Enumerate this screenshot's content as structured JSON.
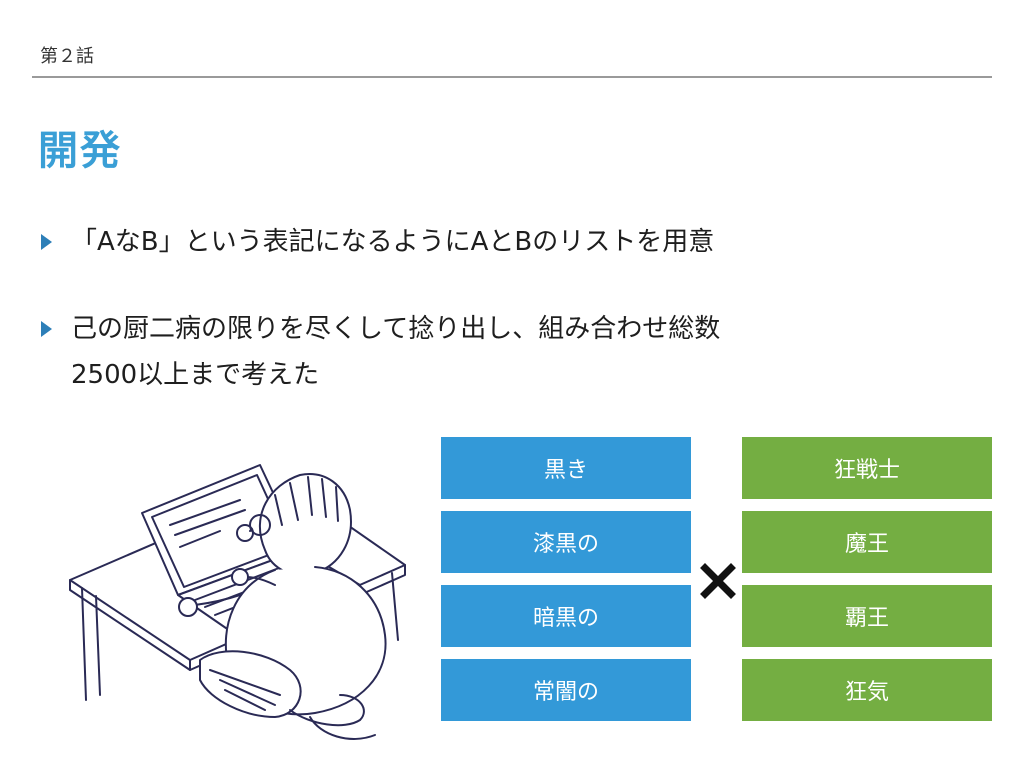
{
  "header": {
    "chapter": "第２話"
  },
  "title": "開発",
  "bullets": [
    {
      "text": "「AなB」という表記になるようにAとBのリストを用意"
    },
    {
      "line1": "己の厨二病の限りを尽くして捻り出し、組み合わせ総数",
      "line2": "2500以上まで考えた"
    }
  ],
  "list_a": [
    "黒き",
    "漆黒の",
    "暗黒の",
    "常闇の"
  ],
  "list_b": [
    "狂戦士",
    "魔王",
    "覇王",
    "狂気"
  ],
  "colors": {
    "title": "#3a9fd6",
    "list_a": "#3399d8",
    "list_b": "#74ae42",
    "rule": "#9a9a9a"
  },
  "icons": {
    "bullet": "triangle-bullet-icon",
    "operator": "multiply-icon",
    "illustration": "person-at-laptop-sketch"
  }
}
